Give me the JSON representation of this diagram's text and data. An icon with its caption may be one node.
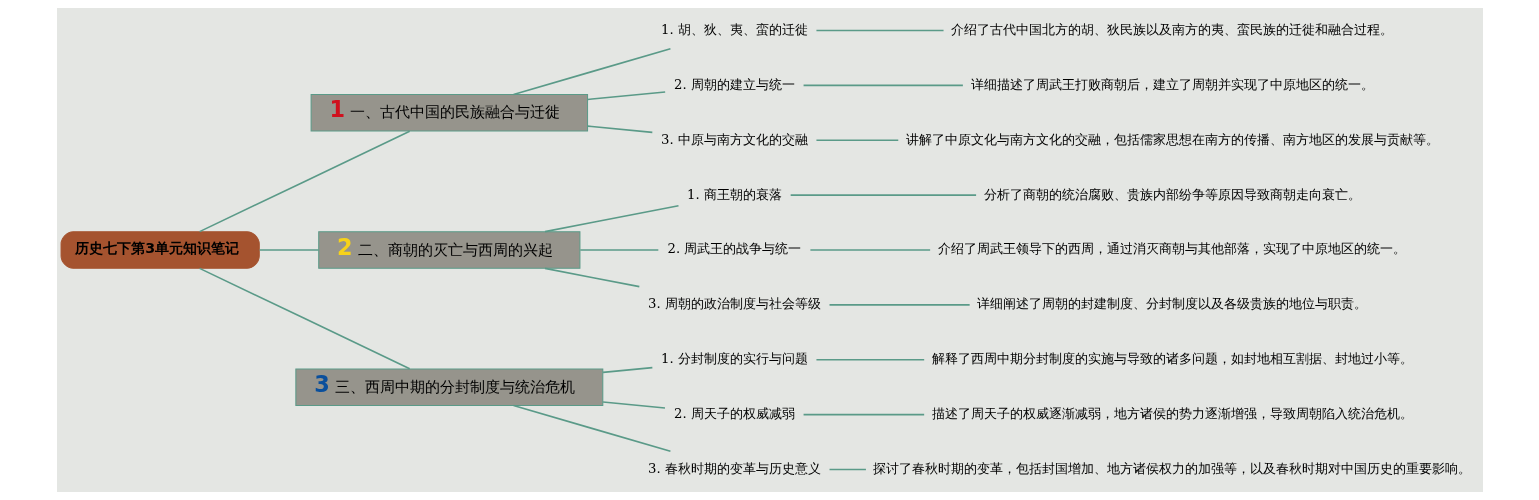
{
  "diagram": {
    "nodes": [
      {
        "text": [
          "历史七下第3单元知识笔记"
        ]
      },
      {
        "text": [
          "1",
          "一、古代中国的民族融合与迁徙"
        ]
      },
      {
        "text": [
          "1. 胡、狄、夷、蛮的迁徙"
        ]
      },
      {
        "text": [
          "介绍了古代中国北方的胡、狄民族以及南方的夷、蛮民族的迁徙和融合过程。"
        ]
      },
      {
        "text": [
          "2. 周朝的建立与统一"
        ]
      },
      {
        "text": [
          "详细描述了周武王打败商朝后，建立了周朝并实现了中原地区的统一。"
        ]
      },
      {
        "text": [
          "3. 中原与南方文化的交融"
        ]
      },
      {
        "text": [
          "讲解了中原文化与南方文化的交融，包括儒家思想在南方的传播、南方地区的发展与贡献等。"
        ]
      },
      {
        "text": [
          "2",
          "二、商朝的灭亡与西周的兴起"
        ]
      },
      {
        "text": [
          "1. 商王朝的衰落"
        ]
      },
      {
        "text": [
          "分析了商朝的统治腐败、贵族内部纷争等原因导致商朝走向衰亡。"
        ]
      },
      {
        "text": [
          "2. 周武王的战争与统一"
        ]
      },
      {
        "text": [
          "介绍了周武王领导下的西周，通过消灭商朝与其他部落，实现了中原地区的统一。"
        ]
      },
      {
        "text": [
          "3. 周朝的政治制度与社会等级"
        ]
      },
      {
        "text": [
          "详细阐述了周朝的封建制度、分封制度以及各级贵族的地位与职责。"
        ]
      },
      {
        "text": [
          "3",
          "三、西周中期的分封制度与统治危机"
        ]
      },
      {
        "text": [
          "1. 分封制度的实行与问题"
        ]
      },
      {
        "text": [
          "解释了西周中期分封制度的实施与导致的诸多问题，如封地相互割据、封地过小等。"
        ]
      },
      {
        "text": [
          "2. 周天子的权威减弱"
        ]
      },
      {
        "text": [
          "描述了周天子的权威逐渐减弱，地方诸侯的势力逐渐增强，导致周朝陷入统治危机。"
        ]
      },
      {
        "text": [
          "3. 春秋时期的变革与历史意义"
        ]
      },
      {
        "text": [
          "探讨了春秋时期的变革，包括封国增加、地方诸侯权力的加强等，以及春秋时期对中国历史的重要影响。"
        ]
      }
    ],
    "edges": [
      {
        "from": 0,
        "to": 1,
        "arrow": "none"
      },
      {
        "from": 1,
        "to": 2,
        "arrow": "none"
      },
      {
        "from": 2,
        "to": 3,
        "arrow": "none"
      },
      {
        "from": 1,
        "to": 4,
        "arrow": "none"
      },
      {
        "from": 4,
        "to": 5,
        "arrow": "none"
      },
      {
        "from": 1,
        "to": 6,
        "arrow": "none"
      },
      {
        "from": 6,
        "to": 7,
        "arrow": "none"
      },
      {
        "from": 0,
        "to": 8,
        "arrow": "none"
      },
      {
        "from": 8,
        "to": 9,
        "arrow": "none"
      },
      {
        "from": 9,
        "to": 10,
        "arrow": "none"
      },
      {
        "from": 8,
        "to": 11,
        "arrow": "none"
      },
      {
        "from": 11,
        "to": 12,
        "arrow": "none"
      },
      {
        "from": 8,
        "to": 13,
        "arrow": "none"
      },
      {
        "from": 13,
        "to": 14,
        "arrow": "none"
      },
      {
        "from": 0,
        "to": 15,
        "arrow": "none"
      },
      {
        "from": 15,
        "to": 16,
        "arrow": "none"
      },
      {
        "from": 16,
        "to": 17,
        "arrow": "none"
      },
      {
        "from": 15,
        "to": 18,
        "arrow": "none"
      },
      {
        "from": 18,
        "to": 19,
        "arrow": "none"
      },
      {
        "from": 15,
        "to": 20,
        "arrow": "none"
      },
      {
        "from": 20,
        "to": 21,
        "arrow": "none"
      }
    ]
  }
}
